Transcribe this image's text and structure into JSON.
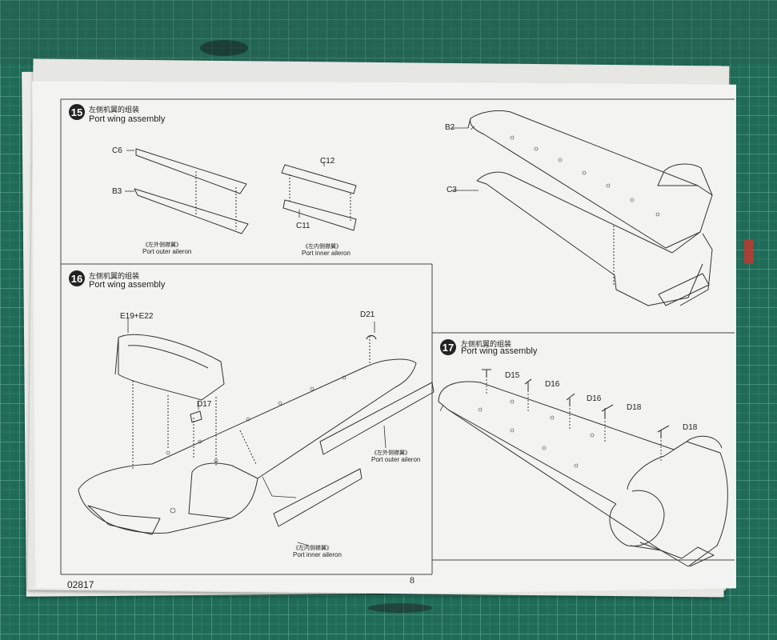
{
  "page": {
    "code": "02817",
    "page_number": "8"
  },
  "steps": [
    {
      "number": "15",
      "title_cn": "左侧机翼的组装",
      "title_en": "Port wing assembly",
      "parts": [
        "C6",
        "B3",
        "C12",
        "C11",
        "B2",
        "C3"
      ],
      "captions": [
        {
          "cn": "《左外侧襟翼》",
          "en": "Port outer aileron"
        },
        {
          "cn": "《左内侧襟翼》",
          "en": "Port inner aileron"
        }
      ]
    },
    {
      "number": "16",
      "title_cn": "左侧机翼的组装",
      "title_en": "Port wing assembly",
      "parts": [
        "E19+E22",
        "D21",
        "D17"
      ],
      "captions": [
        {
          "cn": "《左外侧襟翼》",
          "en": "Port outer aileron"
        },
        {
          "cn": "《左内侧襟翼》",
          "en": "Port inner aileron"
        }
      ]
    },
    {
      "number": "17",
      "title_cn": "左侧机翼的组装",
      "title_en": "Port wing assembly",
      "parts": [
        "D15",
        "D16",
        "D16",
        "D18",
        "D18"
      ]
    }
  ],
  "colors": {
    "mat": "#1f6b57",
    "grid": "#5fa58e",
    "paper": "#f3f3f1",
    "ink": "#222222"
  }
}
